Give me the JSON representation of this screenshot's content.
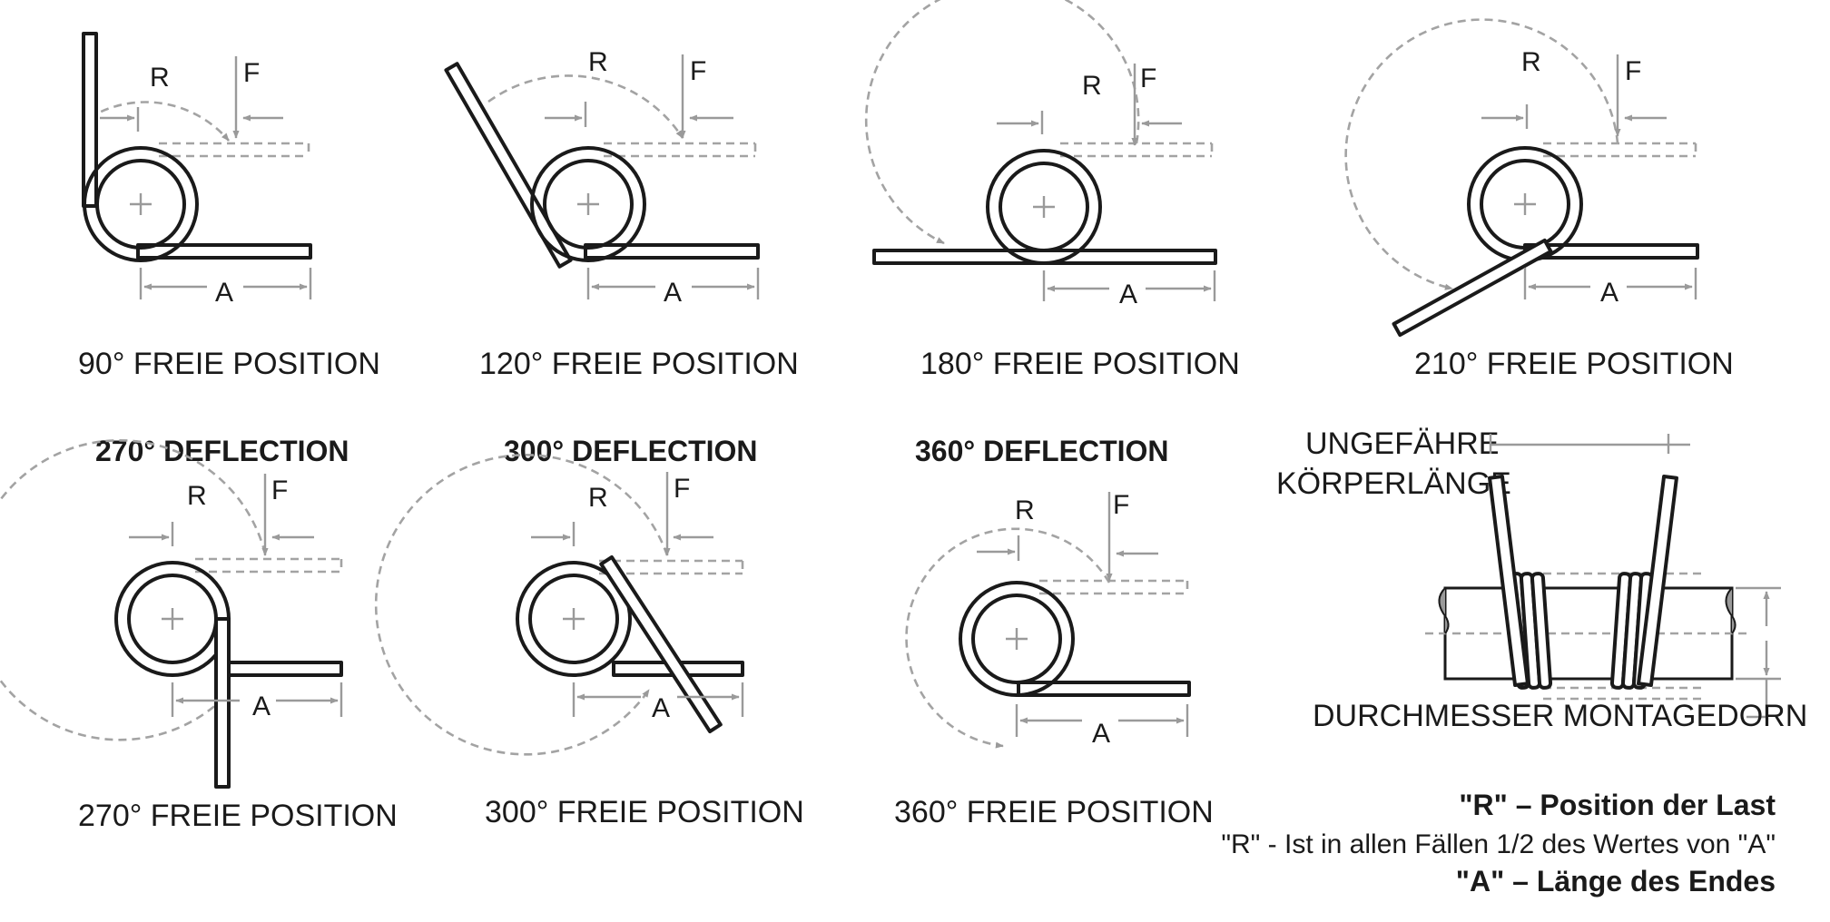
{
  "letters": {
    "r": "R",
    "f": "F",
    "a": "A"
  },
  "diagrams": {
    "d90": {
      "caption": "90° FREIE POSITION"
    },
    "d120": {
      "caption": "120° FREIE POSITION"
    },
    "d180": {
      "caption": "180° FREIE POSITION"
    },
    "d210": {
      "caption": "210° FREIE POSITION"
    },
    "d270": {
      "heading": "270° DEFLECTION",
      "caption": "270° FREIE POSITION"
    },
    "d300": {
      "heading": "300° DEFLECTION",
      "caption": "300° FREIE POSITION"
    },
    "d360": {
      "heading": "360° DEFLECTION",
      "caption": "360° FREIE POSITION"
    }
  },
  "mandrel": {
    "length_label_1": "UNGEFÄHRE",
    "length_label_2": "KÖRPERLÄNGE",
    "diameter_label": "DURCHMESSER MONTAGEDORN"
  },
  "legend": {
    "line1": "\"R\" – Position der Last",
    "line2": "\"R\" - Ist in allen Fällen 1/2 des Wertes von \"A\"",
    "line3": "\"A\" – Länge des Endes"
  },
  "colors": {
    "ink": "#1a1a1a",
    "guide_gray": "#9a9a9a"
  }
}
